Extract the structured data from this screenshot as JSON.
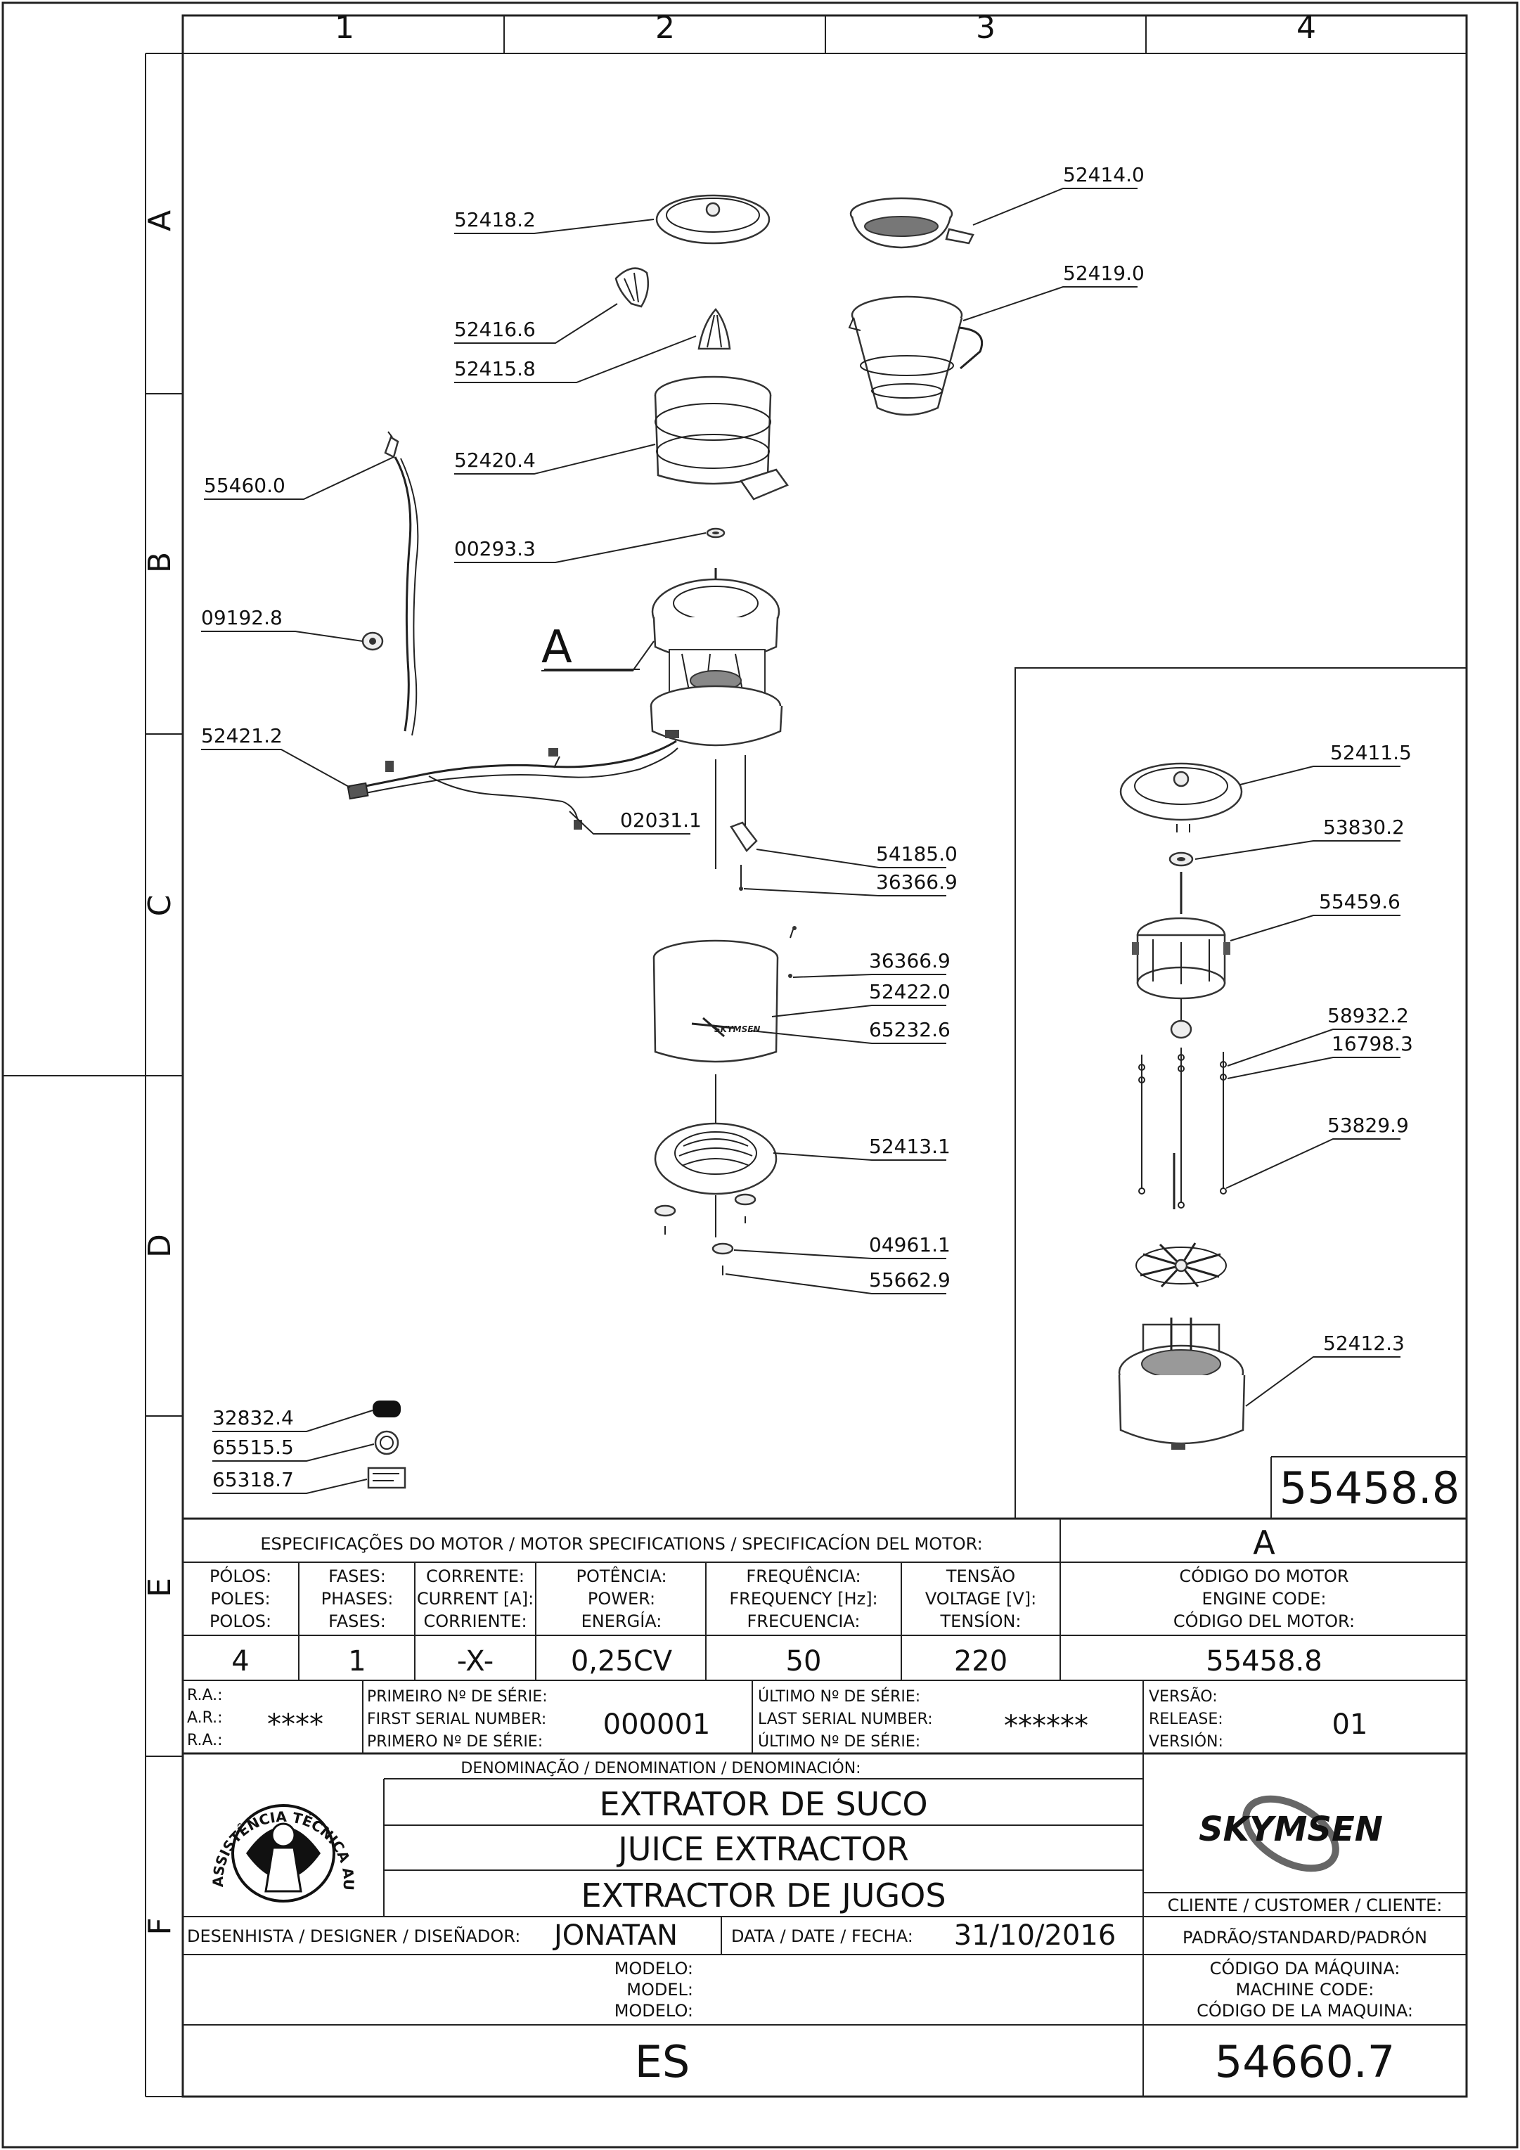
{
  "grid": {
    "cols": [
      "1",
      "2",
      "3",
      "4"
    ],
    "rows": [
      "A",
      "B",
      "C",
      "D",
      "E",
      "F"
    ]
  },
  "parts": {
    "p52418_2": "52418.2",
    "p52414_0": "52414.0",
    "p52419_0": "52419.0",
    "p52416_6": "52416.6",
    "p52415_8": "52415.8",
    "p52420_4": "52420.4",
    "p55460_0": "55460.0",
    "p00293_3": "00293.3",
    "p09192_8": "09192.8",
    "pA": "A",
    "p52421_2": "52421.2",
    "p02031_1": "02031.1",
    "p54185_0": "54185.0",
    "p36366_9a": "36366.9",
    "p36366_9b": "36366.9",
    "p52422_0": "52422.0",
    "p65232_6": "65232.6",
    "p52413_1": "52413.1",
    "p04961_1": "04961.1",
    "p55662_9": "55662.9",
    "p32832_4": "32832.4",
    "p65515_5": "65515.5",
    "p65318_7": "65318.7",
    "p52411_5": "52411.5",
    "p53830_2": "53830.2",
    "p55459_6": "55459.6",
    "p58932_2": "58932.2",
    "p16798_3": "16798.3",
    "p53829_9": "53829.9",
    "p52412_3": "52412.3"
  },
  "motor_assembly_code": "55458.8",
  "motor_spec": {
    "title": "ESPECIFICAÇÕES DO MOTOR / MOTOR SPECIFICATIONS / SPECIFICACÍON DEL MOTOR:",
    "ref": "A",
    "headers": [
      [
        "PÓLOS:",
        "POLES:",
        "POLOS:"
      ],
      [
        "FASES:",
        "PHASES:",
        "FASES:"
      ],
      [
        "CORRENTE:",
        "CURRENT [A]:",
        "CORRIENTE:"
      ],
      [
        "POTÊNCIA:",
        "POWER:",
        "ENERGÍA:"
      ],
      [
        "FREQUÊNCIA:",
        "FREQUENCY [Hz]:",
        "FRECUENCIA:"
      ],
      [
        "TENSÃO",
        "VOLTAGE [V]:",
        "TENSÍON:"
      ],
      [
        "CÓDIGO DO MOTOR",
        "ENGINE CODE:",
        "CÓDIGO DEL MOTOR:"
      ]
    ],
    "values": [
      "4",
      "1",
      "-X-",
      "0,25CV",
      "50",
      "220",
      "55458.8"
    ]
  },
  "serial": {
    "ra_labels": [
      "R.A.:",
      "A.R.:",
      "R.A.:"
    ],
    "ra_value": "****",
    "first_labels": [
      "PRIMEIRO Nº DE SÉRIE:",
      "FIRST SERIAL NUMBER:",
      "PRIMERO Nº DE SÉRIE:"
    ],
    "first_value": "000001",
    "last_labels": [
      "ÚLTIMO Nº DE SÉRIE:",
      "LAST SERIAL NUMBER:",
      "ÚLTIMO Nº DE SÉRIE:"
    ],
    "last_value": "******",
    "version_labels": [
      "VERSÃO:",
      "RELEASE:",
      "VERSIÓN:"
    ],
    "version_value": "01"
  },
  "denomination": {
    "title": "DENOMINAÇÃO / DENOMINATION / DENOMINACIÓN:",
    "lines": [
      "EXTRATOR DE SUCO",
      "JUICE EXTRACTOR",
      "EXTRACTOR DE JUGOS"
    ]
  },
  "seal": {
    "text": "ASSISTÊNCIA TÉCNICA AUTORIZADA"
  },
  "brand": {
    "name": "SKYMSEN"
  },
  "customer": {
    "label": "CLIENTE / CUSTOMER / CLIENTE:",
    "value": "PADRÃO/STANDARD/PADRÓN"
  },
  "designer": {
    "label": "DESENHISTA / DESIGNER / DISEÑADOR:",
    "value": "JONATAN"
  },
  "date": {
    "label": "DATA / DATE / FECHA:",
    "value": "31/10/2016"
  },
  "model": {
    "labels": [
      "MODELO:",
      "MODEL:",
      "MODELO:"
    ],
    "value": "ES"
  },
  "machine_code": {
    "labels": [
      "CÓDIGO DA MÁQUINA:",
      "MACHINE CODE:",
      "CÓDIGO DE LA MAQUINA:"
    ],
    "value": "54660.7"
  }
}
